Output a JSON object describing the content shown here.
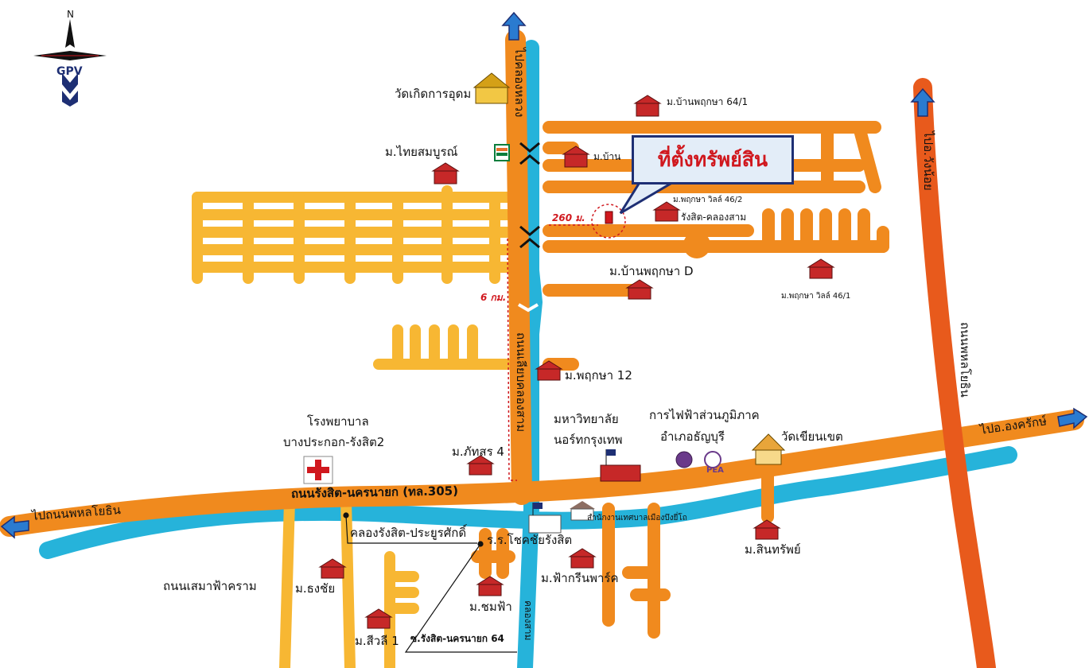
{
  "compass": {
    "north": "N",
    "brand": "GPV"
  },
  "callout": {
    "title": "ที่ตั้งทรัพย์สิน"
  },
  "distances": {
    "short": "260 ม.",
    "long": "6 กม."
  },
  "roads": {
    "to_khlong_luang": "ไปคลองหลวง",
    "khlong_sam_road": "ถนนเลียบคลองสาม",
    "to_wang_noi": "ไปอ.วังน้อย",
    "highway_right": "ถนนพหลโยธิน",
    "rangsit_nakhonnayok": "ถนนรังสิต-นครนายก (ทล.305)",
    "to_phahon_yothin": "ไปถนนพหลโยธิน",
    "to_ongkharak": "ไปอ.องครักษ์",
    "samaa_fa_kram": "ถนนเสมาฟ้าคราม",
    "soi_64": "ซ.รังสิต-นครนายก 64",
    "khlong_sam_canal": "คลองสาม"
  },
  "canals": {
    "rangsit_prayoonsak": "คลองรังสิต-ประยูรศักดิ์"
  },
  "places": {
    "wat_koet_kan_udom": "วัดเกิดการอุดม",
    "thai_sombun": "ม.ไทยสมบูรณ์",
    "baan_pruksa_641": "ม.บ้านพฤกษา 64/1",
    "baan_partial": "ม.บ้าน",
    "pruksa_villa_462": "ม.พฤกษา วิลล์ 46/2",
    "rangsit_khlongsam": "รังสิต-คลองสาม",
    "baan_pruksa_d": "ม.บ้านพฤกษา D",
    "pruksa_villa_461": "ม.พฤกษา วิลล์ 46/1",
    "pruksa_12": "ม.พฤกษา 12",
    "phattharasorn_4": "ม.ภัทสร 4",
    "university_1": "มหาวิทยาลัย",
    "university_2": "นอร์ทกรุงเทพ",
    "pea_1": "การไฟฟ้าส่วนภูมิภาค",
    "pea_2": "อำเภอธัญบุรี",
    "pea_logo": "PEA",
    "wat_khian_khet": "วัดเขียนเขต",
    "hospital_1": "โรงพยาบาล",
    "hospital_2": "บางประกอก-รังสิต2",
    "school": "ร.ร.โชคชัยรังสิต",
    "municipal_office": "สำนักงานเทศบาลเมืองบึงยี่โถ",
    "sinsap": "ม.สินทรัพย์",
    "thongchai": "ม.ธงชัย",
    "chomfa": "ม.ชมฟ้า",
    "fa_green_park": "ม.ฟ้ากรีนพาร์ค",
    "sriwali_1": "ม.สีวลี 1"
  },
  "colors": {
    "main_road": "#f08a1e",
    "highway": "#e85a1c",
    "secondary_road": "#f7b733",
    "canal": "#26b3da",
    "house": "#c62828",
    "accent_red": "#d0181e",
    "navy": "#1e2f74"
  }
}
